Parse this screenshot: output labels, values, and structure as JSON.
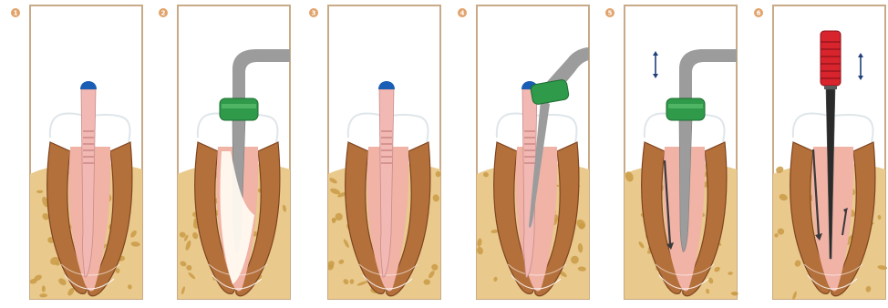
{
  "figure": {
    "panels": [
      {
        "step": "1",
        "instrument": "gutta-percha-cone"
      },
      {
        "step": "2",
        "instrument": "spreader-with-stopper"
      },
      {
        "step": "3",
        "instrument": "gutta-percha-cone"
      },
      {
        "step": "4",
        "instrument": "spreader-beside-cone"
      },
      {
        "step": "5",
        "instrument": "spreader-vertical-motion"
      },
      {
        "step": "6",
        "instrument": "hand-file-red-handle"
      }
    ],
    "colors": {
      "frame": "#c9aa86",
      "bone": "#e9c98c",
      "bone_spot": "#c99b45",
      "dentin": "#b4703b",
      "dentin_dark": "#7f4520",
      "pulp": "#f0b3a6",
      "gutta_percha": "#f2b8b4",
      "cap": "#1a5db5",
      "instrument": "#9c9c9c",
      "stopper": "#2f9a4a",
      "handle": "#d8242d",
      "arrow": "#1f3f7a",
      "badge": "#e1a36b"
    }
  }
}
